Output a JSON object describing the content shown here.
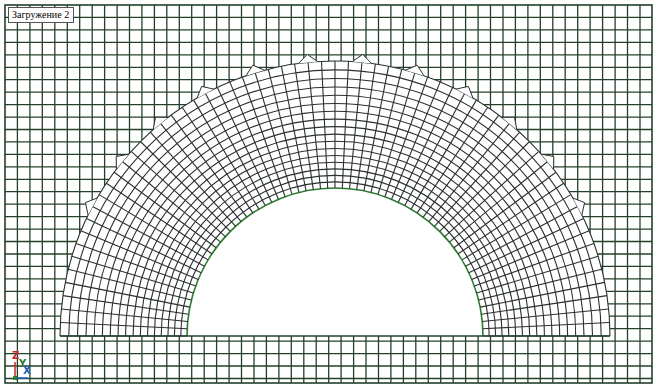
{
  "diagram": {
    "nodes": [
      {
        "text": [
          "Загружение 2"
        ]
      }
    ],
    "labels": [
      "Z",
      "Y",
      "X"
    ]
  }
}
